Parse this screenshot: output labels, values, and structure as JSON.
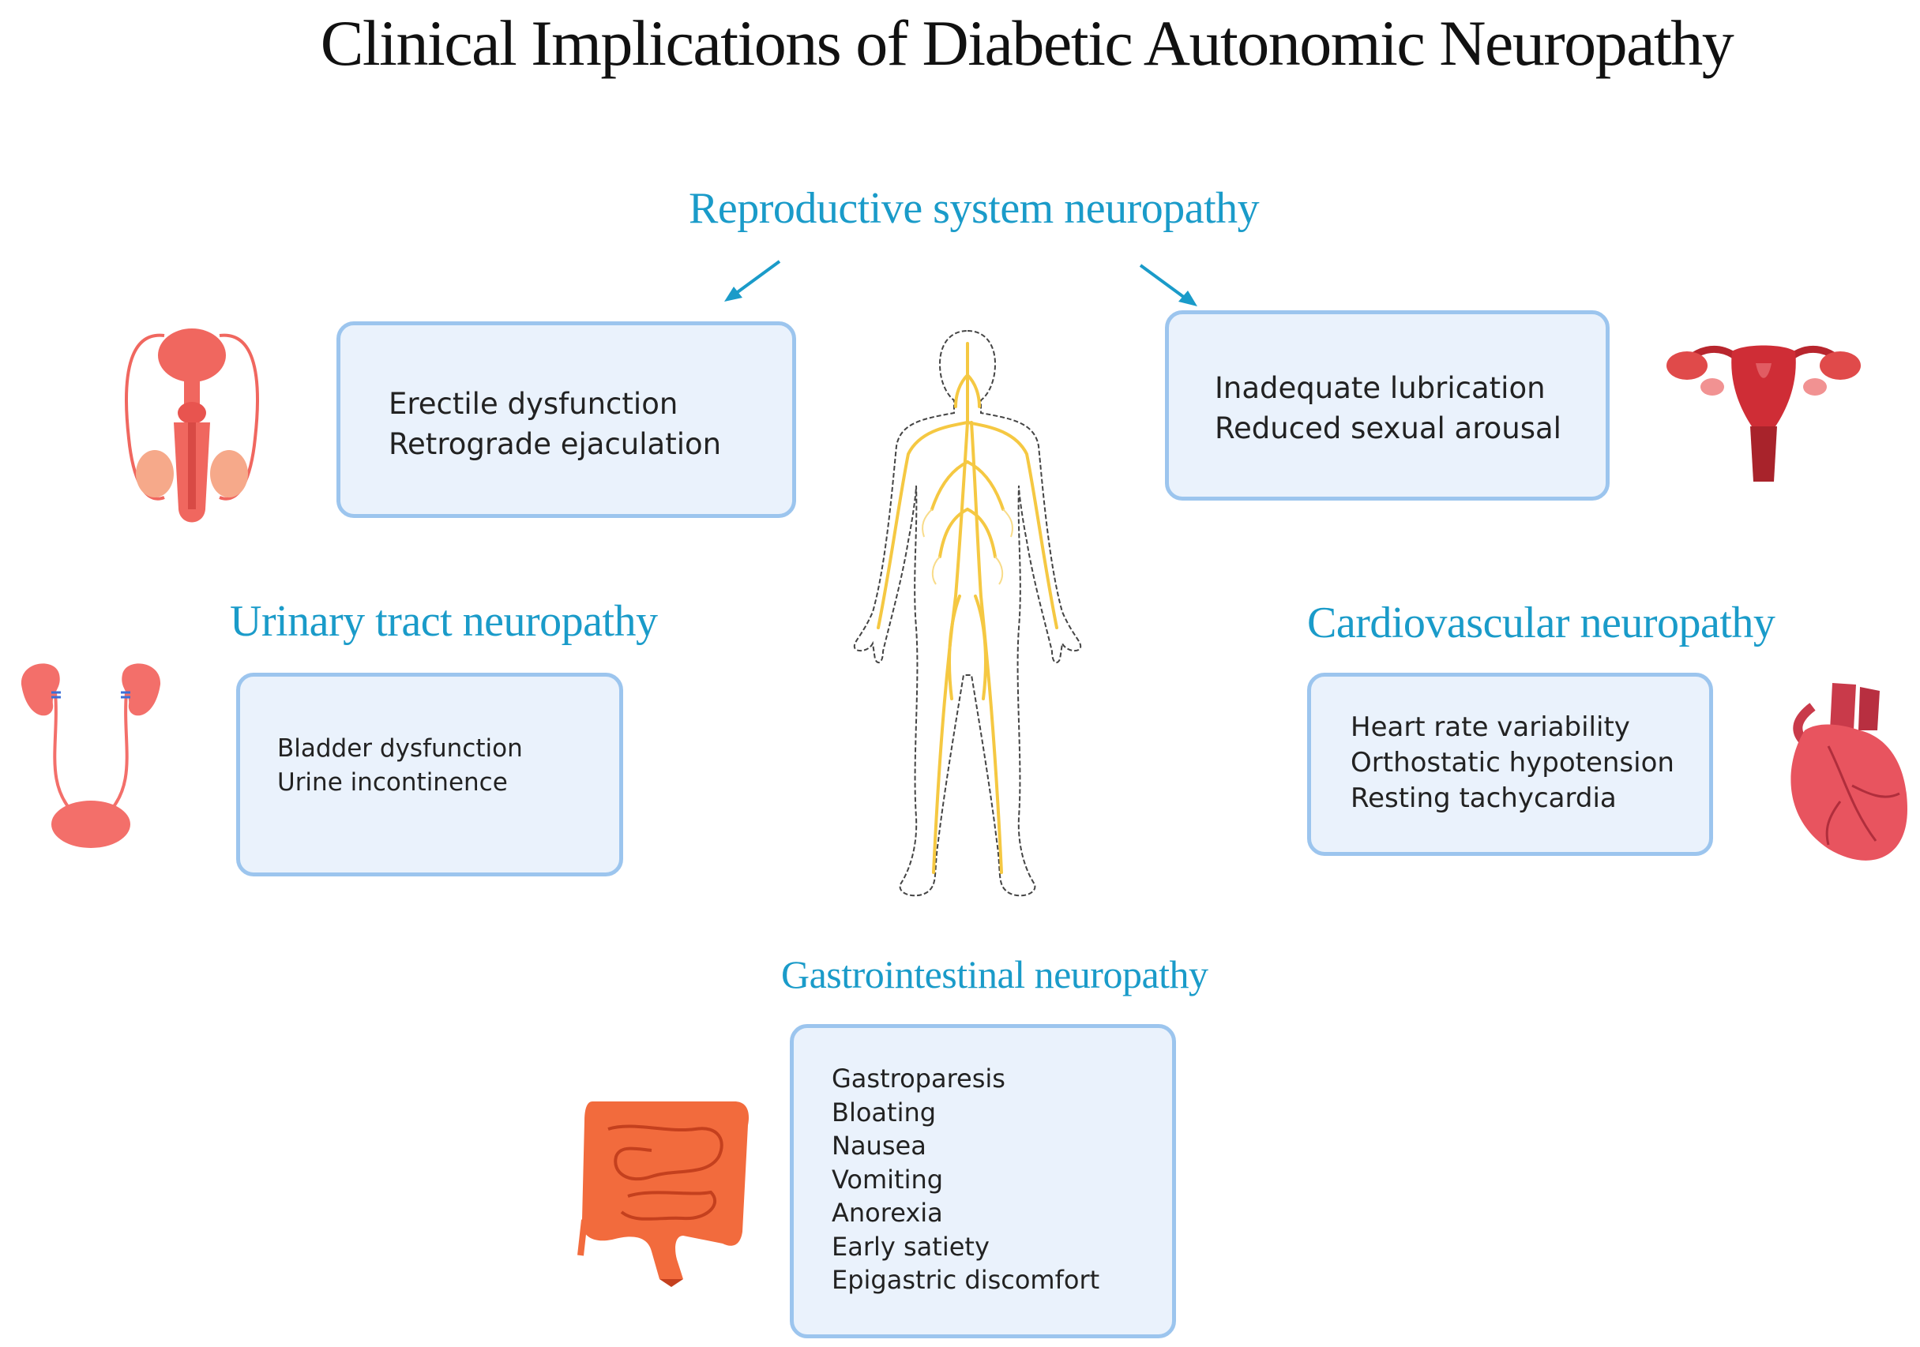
{
  "title": "Clinical Implications of Diabetic Autonomic Neuropathy",
  "sections": {
    "reproductive": {
      "heading": "Reproductive system neuropathy",
      "male": [
        "Erectile dysfunction",
        "Retrograde ejaculation"
      ],
      "female": [
        "Inadequate lubrication",
        "Reduced sexual arousal"
      ]
    },
    "urinary": {
      "heading": "Urinary tract neuropathy",
      "items": [
        "Bladder dysfunction",
        "Urine incontinence"
      ]
    },
    "cardiovascular": {
      "heading": "Cardiovascular neuropathy",
      "items": [
        "Heart rate variability",
        "Orthostatic hypotension",
        "Resting tachycardia"
      ]
    },
    "gastrointestinal": {
      "heading": "Gastrointestinal neuropathy",
      "items": [
        "Gastroparesis",
        "Bloating",
        "Nausea",
        "Vomiting",
        "Anorexia",
        "Early satiety",
        "Epigastric discomfort"
      ]
    }
  },
  "colors": {
    "heading": "#1a9bc9",
    "box_fill": "#eaf2fc",
    "box_border": "#9cc5ee",
    "organ": "#f0675f",
    "nerve": "#f5c842"
  },
  "icons": [
    "male-reproductive-icon",
    "female-reproductive-icon",
    "kidney-urinary-icon",
    "heart-icon",
    "intestine-icon",
    "human-body-nerve-icon"
  ]
}
